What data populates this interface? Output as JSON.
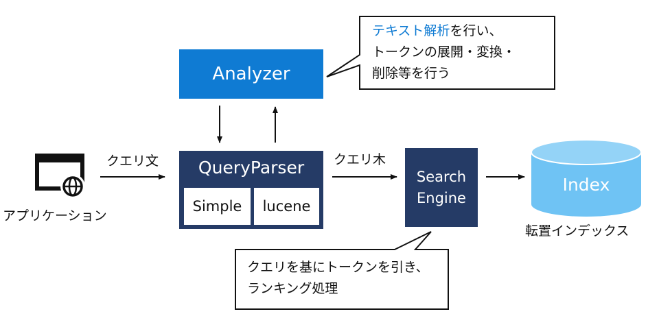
{
  "colors": {
    "analyzer": "#0f7bd3",
    "dark_box": "#253b66",
    "index_cylinder": "#6fc3f4",
    "accent_text": "#0f7bd3"
  },
  "icons": {
    "application": "browser-window-globe-icon"
  },
  "nodes": {
    "analyzer": "Analyzer",
    "query_parser": "QueryParser",
    "parser_simple": "Simple",
    "parser_lucene": "lucene",
    "search_engine_line1": "Search",
    "search_engine_line2": "Engine",
    "index": "Index"
  },
  "labels": {
    "application": "アプリケーション",
    "query_string": "クエリ文",
    "query_tree": "クエリ木",
    "inverted_index": "転置インデックス"
  },
  "callouts": {
    "analyzer": {
      "line1_accent": "テキスト解析",
      "line1_rest": "を行い、",
      "line2": "トークンの展開・変換・",
      "line3": "削除等を行う"
    },
    "search_engine": {
      "line1": "クエリを基にトークンを引き、",
      "line2": "ランキング処理"
    }
  }
}
